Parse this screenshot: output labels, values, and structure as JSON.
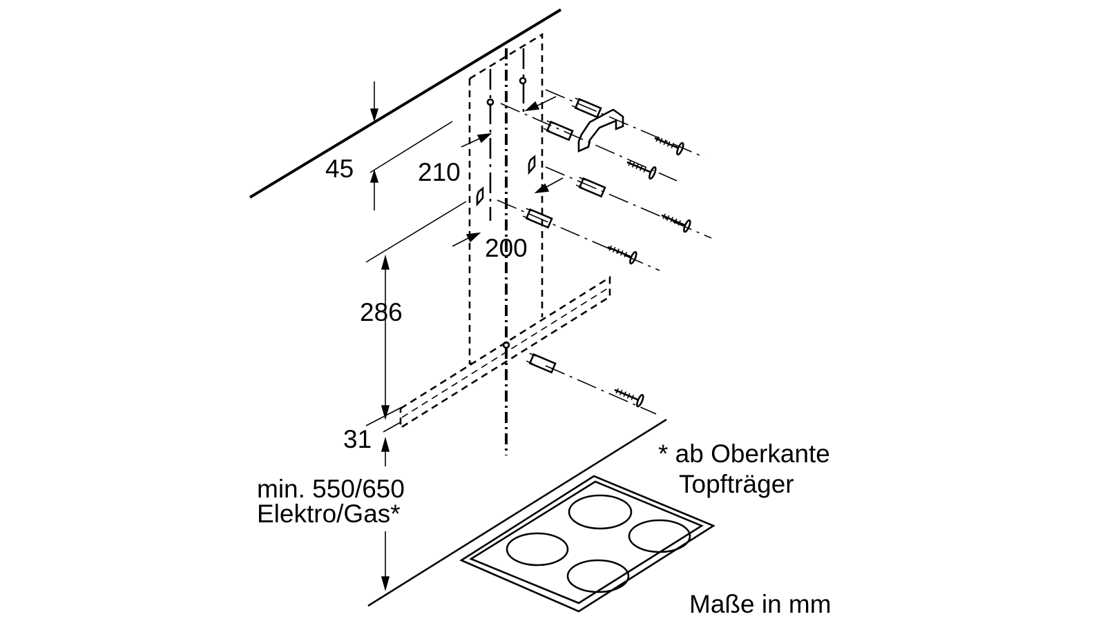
{
  "diagram": {
    "dimensions": {
      "d45": "45",
      "d210": "210",
      "d200": "200",
      "d286": "286",
      "d31": "31"
    },
    "notes": {
      "min_height_line1": "min. 550/650",
      "min_height_line2": "Elektro/Gas*",
      "footnote_line1": "* ab Oberkante",
      "footnote_line2": "Topfträger",
      "units": "Maße in mm"
    }
  }
}
